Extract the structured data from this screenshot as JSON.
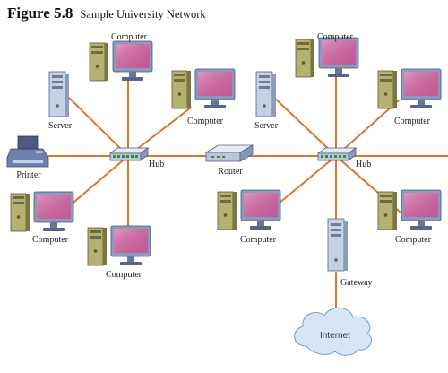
{
  "figure": {
    "number": "Figure 5.8",
    "caption": "Sample University Network"
  },
  "labels": {
    "computer": "Computer",
    "server": "Server",
    "printer": "Printer",
    "hub": "Hub",
    "router": "Router",
    "gateway": "Gateway",
    "internet": "Internet"
  },
  "colors": {
    "cable": "#d9762b",
    "screen": "#c9609a",
    "case": "#9c9a55",
    "monitor_frame": "#7f8fb8",
    "hub_body": "#c8d3e6",
    "cloud": "#cfe1f5"
  }
}
